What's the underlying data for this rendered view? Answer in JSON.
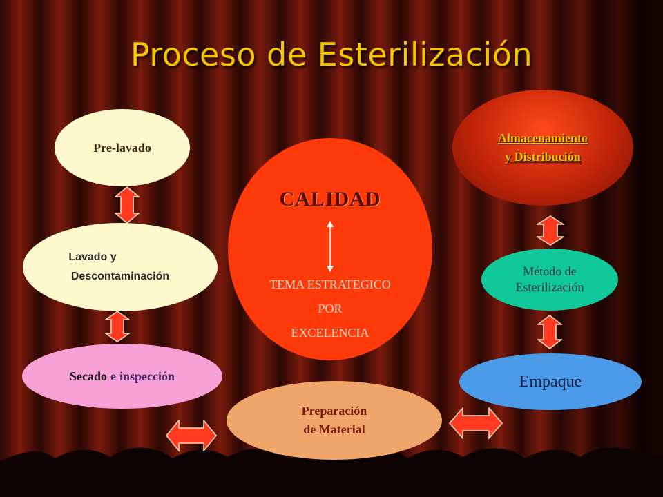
{
  "title": "Proceso de Esterilización",
  "colors": {
    "title": "#f3c600",
    "cream": "#fdf9cc",
    "pink": "#f7a0d6",
    "orange_red": "#ff3a0a",
    "teal": "#10c89a",
    "blue": "#4b9be8",
    "peach": "#f0a56a",
    "arrow_red": "#ff3a20"
  },
  "nodes": {
    "prelavado": {
      "lines": [
        "Pre-lavado"
      ]
    },
    "lavado": {
      "lines": [
        "Lavado y",
        "Descontaminación"
      ]
    },
    "secado": {
      "lines": [
        "Secado",
        "e",
        "inspección"
      ]
    },
    "calidad": {
      "heading": "CALIDAD",
      "lines": [
        "TEMA ESTRATEGICO",
        "POR",
        "EXCELENCIA"
      ]
    },
    "almacenamiento": {
      "lines": [
        "Almacenamiento",
        "y Distribución"
      ]
    },
    "metodo": {
      "lines": [
        "Método de",
        "Esterilización"
      ]
    },
    "empaque": {
      "lines": [
        "Empaque"
      ]
    },
    "preparacion": {
      "lines": [
        "Preparación",
        "de Material"
      ]
    }
  }
}
